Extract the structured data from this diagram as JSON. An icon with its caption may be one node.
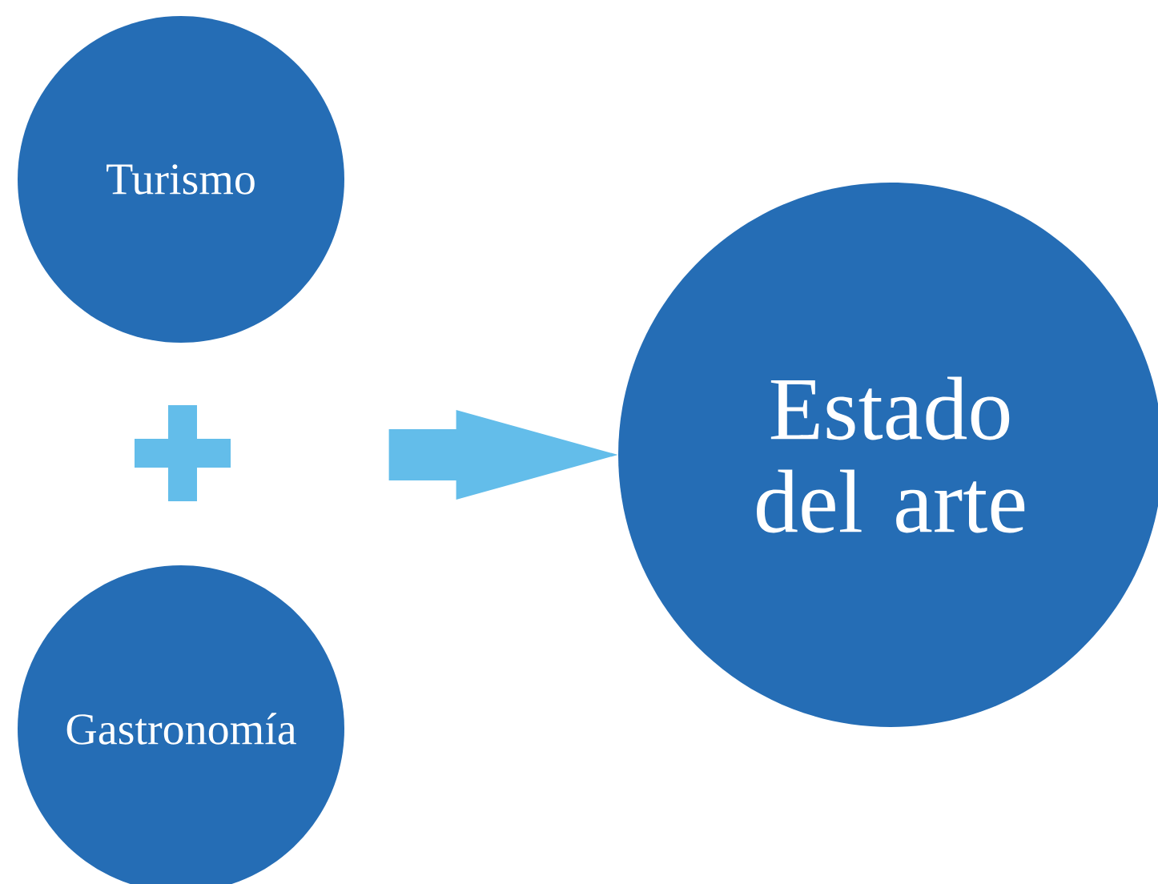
{
  "diagram": {
    "nodes": [
      {
        "text": [
          "Turismo"
        ]
      },
      {
        "text": [
          "Gastronomía"
        ]
      },
      {
        "text": [
          "Estado del arte"
        ]
      }
    ],
    "edges": [
      {
        "from": null,
        "to": 2,
        "arrow": "to"
      }
    ]
  }
}
